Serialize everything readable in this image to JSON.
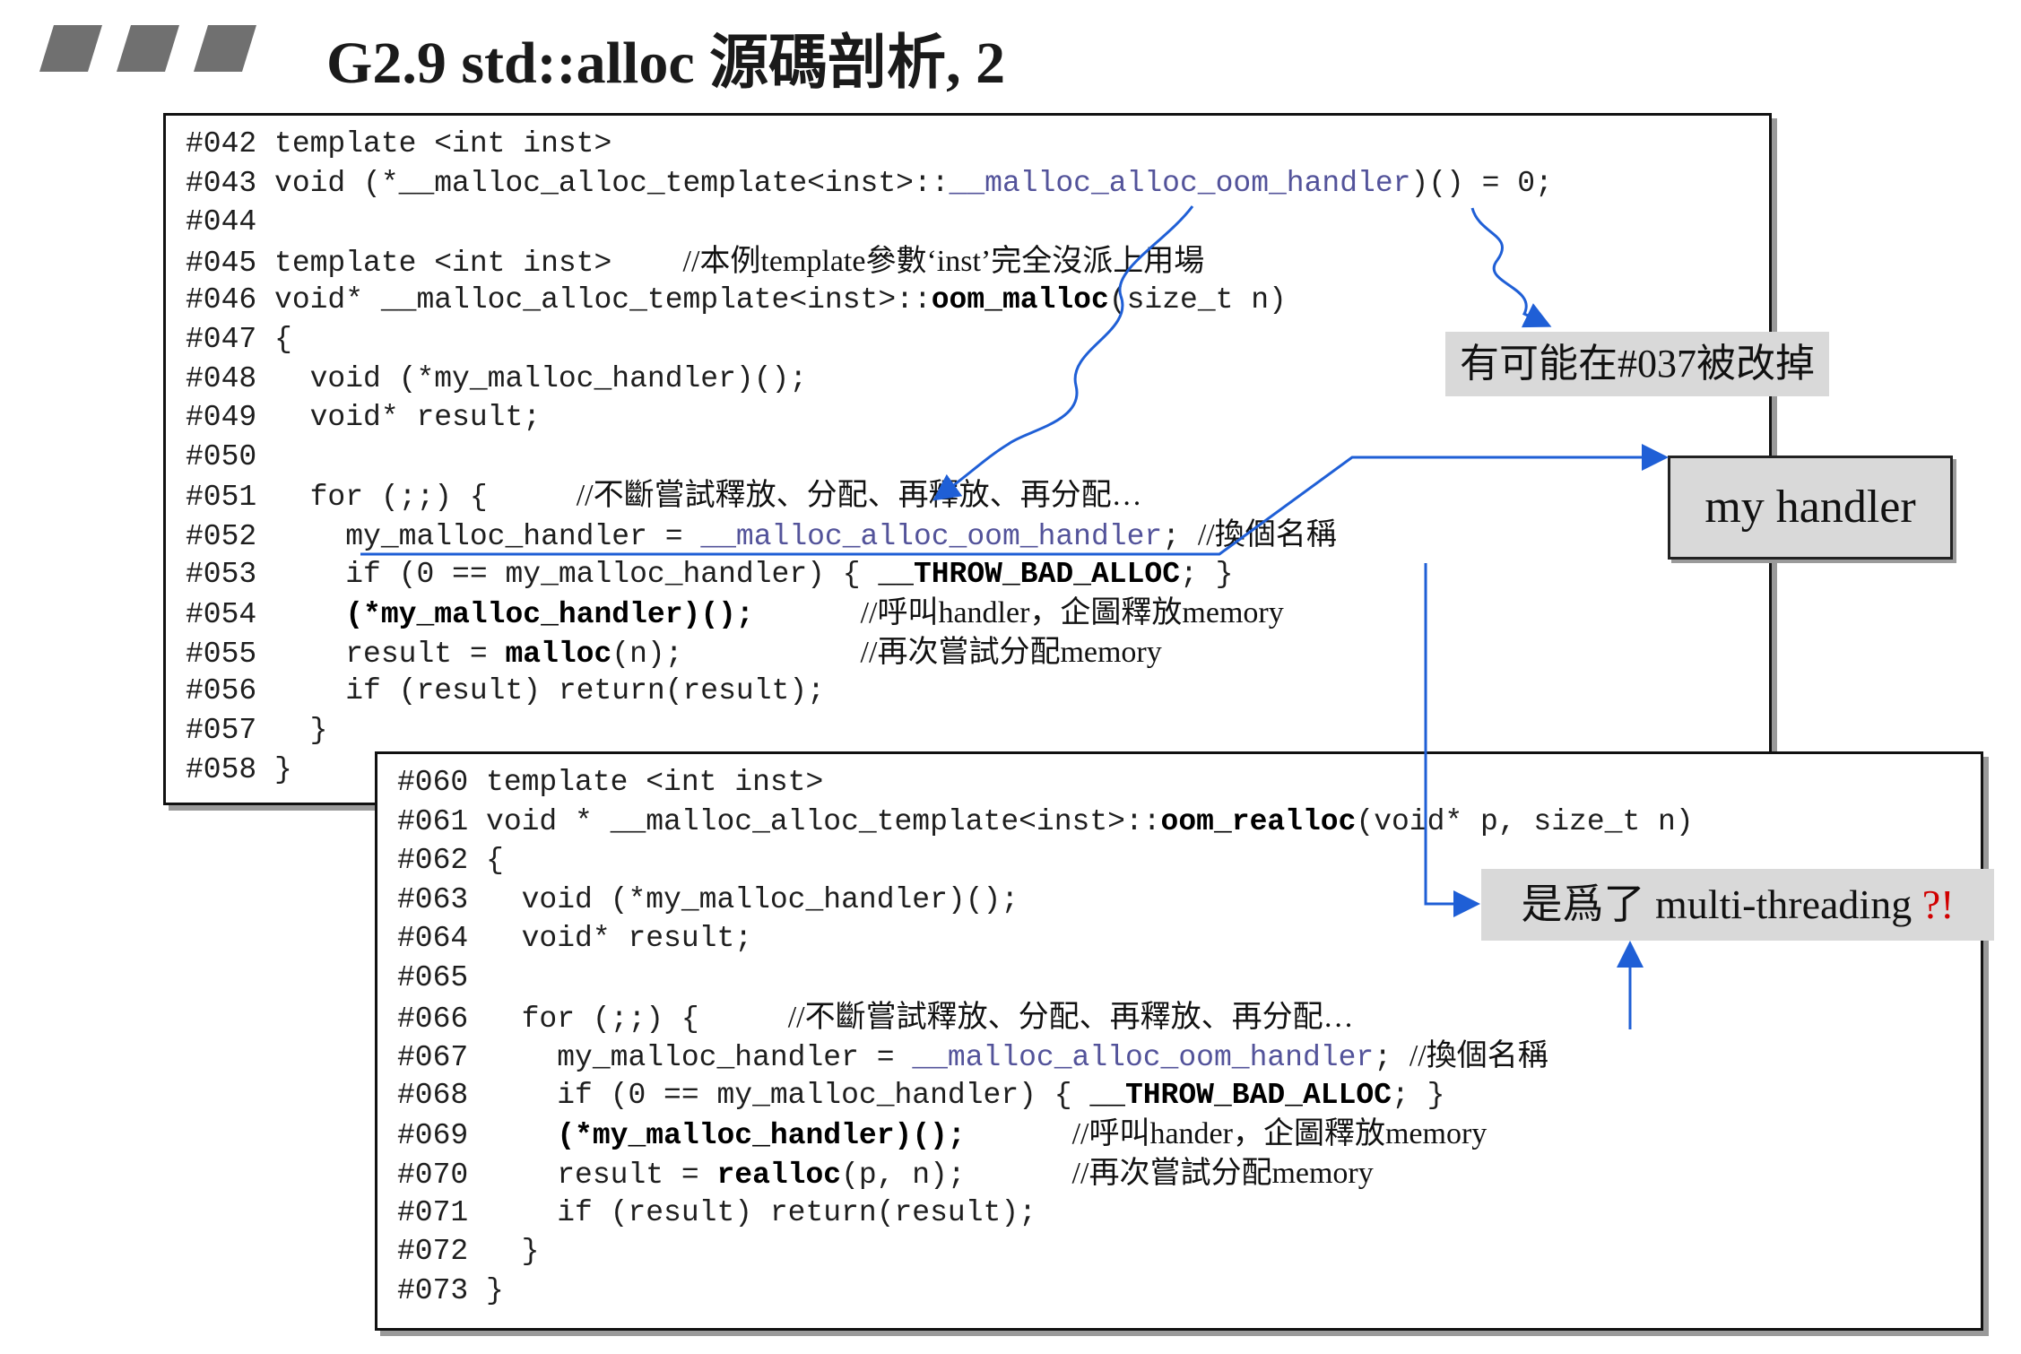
{
  "title": "G2.9 std::alloc 源碼剖析, 2",
  "box1": {
    "lines": [
      {
        "num": "#042",
        "segs": [
          {
            "t": " template <int inst>",
            "s": "n"
          }
        ]
      },
      {
        "num": "#043",
        "segs": [
          {
            "t": " void (*__malloc_alloc_template<inst>::",
            "s": "n"
          },
          {
            "t": "__malloc_alloc_oom_handler",
            "s": "h"
          },
          {
            "t": ")() = 0;",
            "s": "n"
          }
        ]
      },
      {
        "num": "#044",
        "segs": []
      },
      {
        "num": "#045",
        "segs": [
          {
            "t": " template <int inst>    ",
            "s": "n"
          },
          {
            "t": "//本例template參數‘inst’完全沒派上用場",
            "s": "c"
          }
        ]
      },
      {
        "num": "#046",
        "segs": [
          {
            "t": " void* __malloc_alloc_template<inst>::",
            "s": "n"
          },
          {
            "t": "oom_malloc",
            "s": "b"
          },
          {
            "t": "(size_t n)",
            "s": "n"
          }
        ]
      },
      {
        "num": "#047",
        "segs": [
          {
            "t": " {",
            "s": "n"
          }
        ]
      },
      {
        "num": "#048",
        "segs": [
          {
            "t": "   void (*my_malloc_handler)();",
            "s": "n"
          }
        ]
      },
      {
        "num": "#049",
        "segs": [
          {
            "t": "   void* result;",
            "s": "n"
          }
        ]
      },
      {
        "num": "#050",
        "segs": []
      },
      {
        "num": "#051",
        "segs": [
          {
            "t": "   for (;;) {     ",
            "s": "n"
          },
          {
            "t": "//不斷嘗試釋放、分配、再釋放、再分配…",
            "s": "c"
          }
        ]
      },
      {
        "num": "#052",
        "segs": [
          {
            "t": "     my_malloc_handler = ",
            "s": "n"
          },
          {
            "t": "__malloc_alloc_oom_handler",
            "s": "h"
          },
          {
            "t": "; ",
            "s": "n"
          },
          {
            "t": "//換個名稱",
            "s": "c"
          }
        ]
      },
      {
        "num": "#053",
        "segs": [
          {
            "t": "     if (0 == my_malloc_handler) { ",
            "s": "n"
          },
          {
            "t": "__THROW_BAD_ALLOC",
            "s": "b"
          },
          {
            "t": "; }",
            "s": "n"
          }
        ]
      },
      {
        "num": "#054",
        "segs": [
          {
            "t": "     ",
            "s": "n"
          },
          {
            "t": "(*my_malloc_handler)();",
            "s": "b"
          },
          {
            "t": "      ",
            "s": "n"
          },
          {
            "t": "//呼叫handler，企圖釋放memory",
            "s": "c"
          }
        ]
      },
      {
        "num": "#055",
        "segs": [
          {
            "t": "     result = ",
            "s": "n"
          },
          {
            "t": "malloc",
            "s": "b"
          },
          {
            "t": "(n);          ",
            "s": "n"
          },
          {
            "t": "//再次嘗試分配memory",
            "s": "c"
          }
        ]
      },
      {
        "num": "#056",
        "segs": [
          {
            "t": "     if (result) return(result);",
            "s": "n"
          }
        ]
      },
      {
        "num": "#057",
        "segs": [
          {
            "t": "   }",
            "s": "n"
          }
        ]
      },
      {
        "num": "#058",
        "segs": [
          {
            "t": " }",
            "s": "n"
          }
        ]
      }
    ]
  },
  "box2": {
    "lines": [
      {
        "num": "#060",
        "segs": [
          {
            "t": " template <int inst>",
            "s": "n"
          }
        ]
      },
      {
        "num": "#061",
        "segs": [
          {
            "t": " void * __malloc_alloc_template<inst>::",
            "s": "n"
          },
          {
            "t": "oom_realloc",
            "s": "b"
          },
          {
            "t": "(void* p, size_t n)",
            "s": "n"
          }
        ]
      },
      {
        "num": "#062",
        "segs": [
          {
            "t": " {",
            "s": "n"
          }
        ]
      },
      {
        "num": "#063",
        "segs": [
          {
            "t": "   void (*my_malloc_handler)();",
            "s": "n"
          }
        ]
      },
      {
        "num": "#064",
        "segs": [
          {
            "t": "   void* result;",
            "s": "n"
          }
        ]
      },
      {
        "num": "#065",
        "segs": []
      },
      {
        "num": "#066",
        "segs": [
          {
            "t": "   for (;;) {     ",
            "s": "n"
          },
          {
            "t": "//不斷嘗試釋放、分配、再釋放、再分配…",
            "s": "c"
          }
        ]
      },
      {
        "num": "#067",
        "segs": [
          {
            "t": "     my_malloc_handler = ",
            "s": "n"
          },
          {
            "t": "__malloc_alloc_oom_handler",
            "s": "h"
          },
          {
            "t": "; ",
            "s": "n"
          },
          {
            "t": "//換個名稱",
            "s": "c"
          }
        ]
      },
      {
        "num": "#068",
        "segs": [
          {
            "t": "     if (0 == my_malloc_handler) { ",
            "s": "n"
          },
          {
            "t": "__THROW_BAD_ALLOC",
            "s": "b"
          },
          {
            "t": "; }",
            "s": "n"
          }
        ]
      },
      {
        "num": "#069",
        "segs": [
          {
            "t": "     ",
            "s": "n"
          },
          {
            "t": "(*my_malloc_handler)();",
            "s": "b"
          },
          {
            "t": "      ",
            "s": "n"
          },
          {
            "t": "//呼叫hander，企圖釋放memory",
            "s": "c"
          }
        ]
      },
      {
        "num": "#070",
        "segs": [
          {
            "t": "     result = ",
            "s": "n"
          },
          {
            "t": "realloc",
            "s": "b"
          },
          {
            "t": "(p, n);      ",
            "s": "n"
          },
          {
            "t": "//再次嘗試分配memory",
            "s": "c"
          }
        ]
      },
      {
        "num": "#071",
        "segs": [
          {
            "t": "     if (result) return(result);",
            "s": "n"
          }
        ]
      },
      {
        "num": "#072",
        "segs": [
          {
            "t": "   }",
            "s": "n"
          }
        ]
      },
      {
        "num": "#073",
        "segs": [
          {
            "t": " }",
            "s": "n"
          }
        ]
      }
    ]
  },
  "notes": {
    "note_037": "有可能在#037被改掉",
    "my_handler": "my handler",
    "thread_text": "是爲了 multi-threading ",
    "thread_mark": "?!"
  },
  "colors": {
    "arrow": "#1f5fd6",
    "highlight": "#53539a",
    "note_bg": "#d9d9d9",
    "question": "#d10000",
    "bars": "#707070"
  }
}
